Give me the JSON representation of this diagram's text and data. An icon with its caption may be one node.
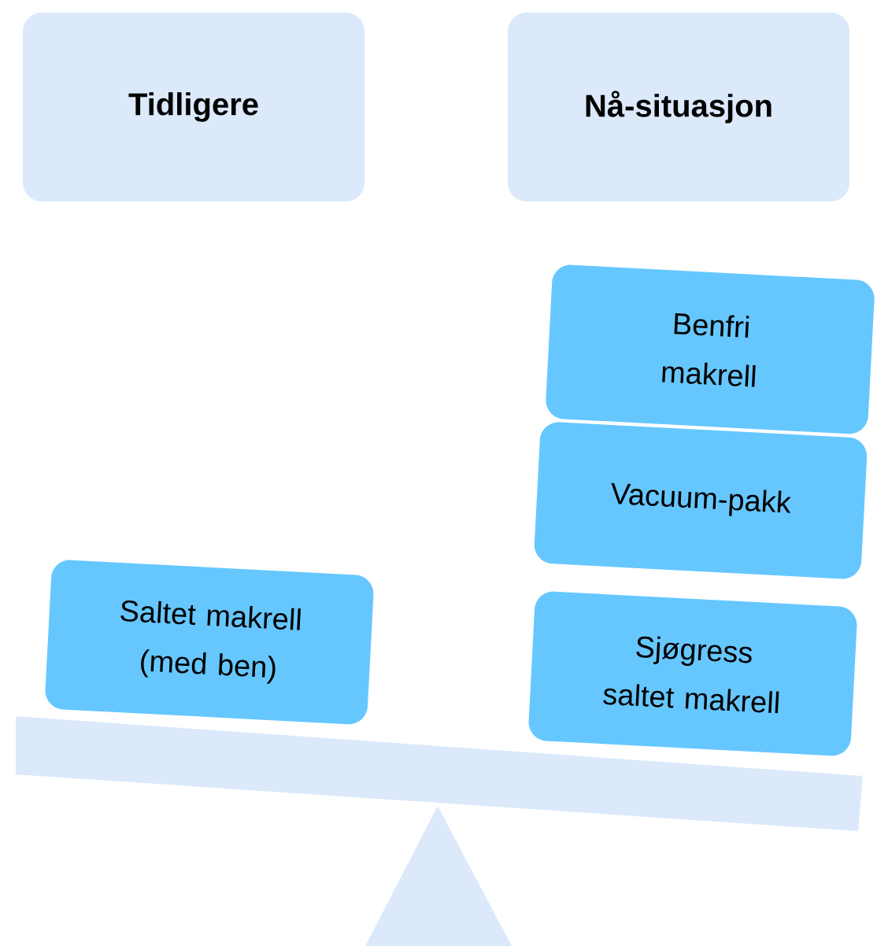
{
  "diagram": {
    "nodes": [
      {
        "text": [
          "Tidligere"
        ]
      },
      {
        "text": [
          "Nå-situasjon"
        ]
      },
      {
        "text": [
          "Benfri makrell"
        ]
      },
      {
        "text": [
          "Vacuum-pakk"
        ]
      },
      {
        "text": [
          "Sjøgress saltet makrell"
        ]
      },
      {
        "text": [
          "Saltet makrell (med ben)"
        ]
      }
    ]
  }
}
